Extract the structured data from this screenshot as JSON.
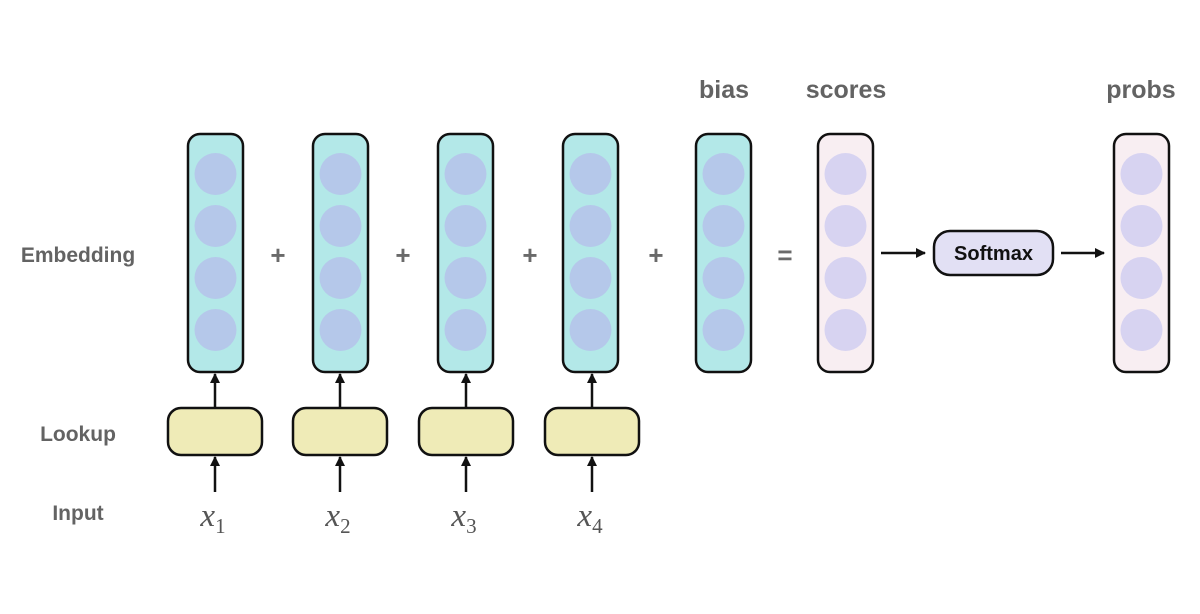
{
  "row_labels": {
    "embedding": "Embedding",
    "lookup": "Lookup",
    "input": "Input"
  },
  "column_labels": {
    "bias": "bias",
    "scores": "scores",
    "probs": "probs"
  },
  "operators": {
    "plus": "+",
    "equals": "="
  },
  "softmax_label": "Softmax",
  "inputs": [
    {
      "var": "x",
      "sub": "1"
    },
    {
      "var": "x",
      "sub": "2"
    },
    {
      "var": "x",
      "sub": "3"
    },
    {
      "var": "x",
      "sub": "4"
    }
  ],
  "vector_cells": 4,
  "colors": {
    "embedding_fill": "#b3e8e8",
    "embedding_cell": "#b5c8ea",
    "scores_fill": "#f8eef2",
    "scores_cell": "#d7d3f1",
    "lookup_fill": "#efebb7",
    "softmax_fill": "#e2e0f4",
    "stroke": "#111111",
    "label_gray": "#636363"
  }
}
